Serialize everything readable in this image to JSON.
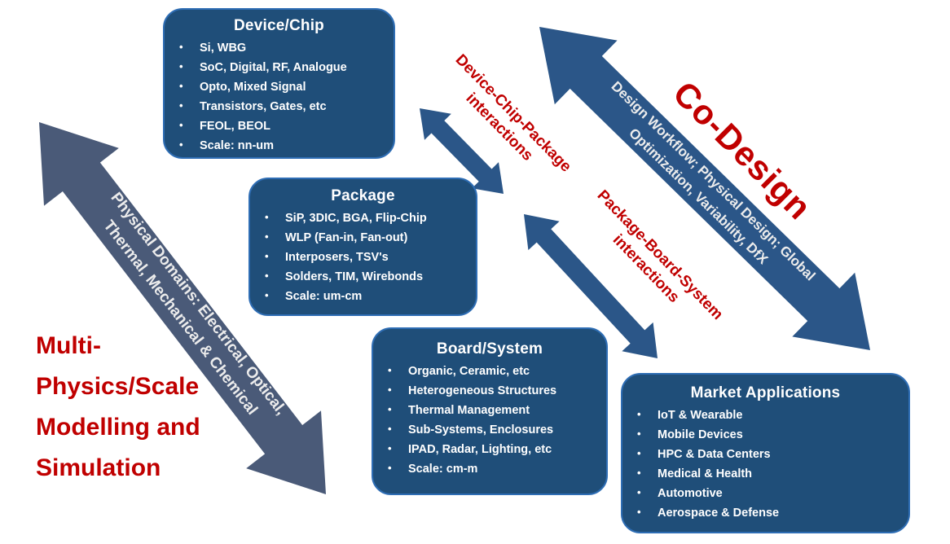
{
  "boxes": {
    "device_chip": {
      "title": "Device/Chip",
      "items": [
        "Si, WBG",
        "SoC, Digital, RF, Analogue",
        "Opto, Mixed Signal",
        "Transistors, Gates, etc",
        "FEOL, BEOL",
        "Scale: nn-um"
      ]
    },
    "package": {
      "title": "Package",
      "items": [
        "SiP, 3DIC, BGA, Flip-Chip",
        "WLP (Fan-in, Fan-out)",
        "Interposers, TSV's",
        "Solders, TIM, Wirebonds",
        "Scale: um-cm"
      ]
    },
    "board_system": {
      "title": "Board/System",
      "items": [
        "Organic, Ceramic, etc",
        "Heterogeneous Structures",
        "Thermal Management",
        "Sub-Systems, Enclosures",
        "IPAD, Radar, Lighting, etc",
        "Scale: cm-m"
      ]
    },
    "market_applications": {
      "title": "Market Applications",
      "items": [
        "IoT & Wearable",
        "Mobile Devices",
        "HPC & Data Centers",
        "Medical & Health",
        "Automotive",
        "Aerospace & Defense"
      ]
    }
  },
  "labels": {
    "multi_physics": {
      "lines": [
        "Multi-",
        "Physics/Scale",
        "Modelling and",
        "Simulation"
      ]
    },
    "physical_domains": {
      "line1": "Physical Domains: Electrical, Optical,",
      "line2": "Thermal, Mechanical & Chemical"
    },
    "design_workflow": {
      "line1": "Design Workflow; Physical Design; Global",
      "line2": "Optimization, Variability, DfX"
    },
    "co_design": "Co-Design",
    "device_chip_package": {
      "line1": "Device-Chip-Package",
      "line2": "interactions"
    },
    "package_board_system": {
      "line1": "Package-Board-System",
      "line2": "interactions"
    }
  },
  "colors": {
    "box_fill": "#1f4e79",
    "box_border": "#2e6db4",
    "arrow_slate": "#4a5a78",
    "arrow_blue": "#2b5688",
    "accent_red": "#c00000",
    "text_white": "#ffffff"
  }
}
